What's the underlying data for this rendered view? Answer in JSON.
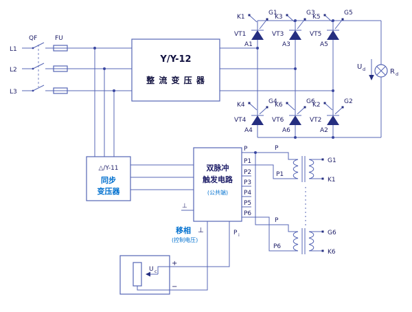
{
  "power": {
    "breaker": "QF",
    "fuse": "FU",
    "phases": [
      "L1",
      "L2",
      "L3"
    ]
  },
  "rect_transformer": {
    "title": "Y/Y-12",
    "name": "整 流 变 压 器"
  },
  "bridge": {
    "top": [
      {
        "k": "K1",
        "g": "G1",
        "vt": "VT1",
        "a": "A1"
      },
      {
        "k": "K3",
        "g": "G3",
        "vt": "VT3",
        "a": "A3"
      },
      {
        "k": "K5",
        "g": "G5",
        "vt": "VT5",
        "a": "A5"
      }
    ],
    "bottom": [
      {
        "k": "K4",
        "g": "G4",
        "vt": "VT4",
        "a": "A4"
      },
      {
        "k": "K6",
        "g": "G6",
        "vt": "VT6",
        "a": "A6"
      },
      {
        "k": "K2",
        "g": "G2",
        "vt": "VT2",
        "a": "A2"
      }
    ]
  },
  "load": {
    "u": "U",
    "u_sub": "d",
    "r": "R",
    "r_sub": "d"
  },
  "sync": {
    "title": "△/Y-11",
    "name1": "同步",
    "name2": "变压器"
  },
  "trigger": {
    "name1": "双脉冲",
    "name2": "触发电路",
    "name3": "(公共端)",
    "common": "⊥",
    "outputs": [
      "P",
      "P1",
      "P2",
      "P3",
      "P4",
      "P5",
      "P6"
    ]
  },
  "pulse": {
    "pt1": {
      "p": "P",
      "pin": "P1",
      "g": "G1",
      "k": "K1"
    },
    "pt2": {
      "p": "P",
      "pin": "P6",
      "g": "G6",
      "k": "K6"
    }
  },
  "shift": {
    "label": "移相",
    "sub": "(控制电压)",
    "common": "⊥",
    "pi": "P",
    "pi_sub": "i"
  },
  "source": {
    "u": "U",
    "u_sub": "c",
    "plus": "+",
    "minus": "−"
  }
}
